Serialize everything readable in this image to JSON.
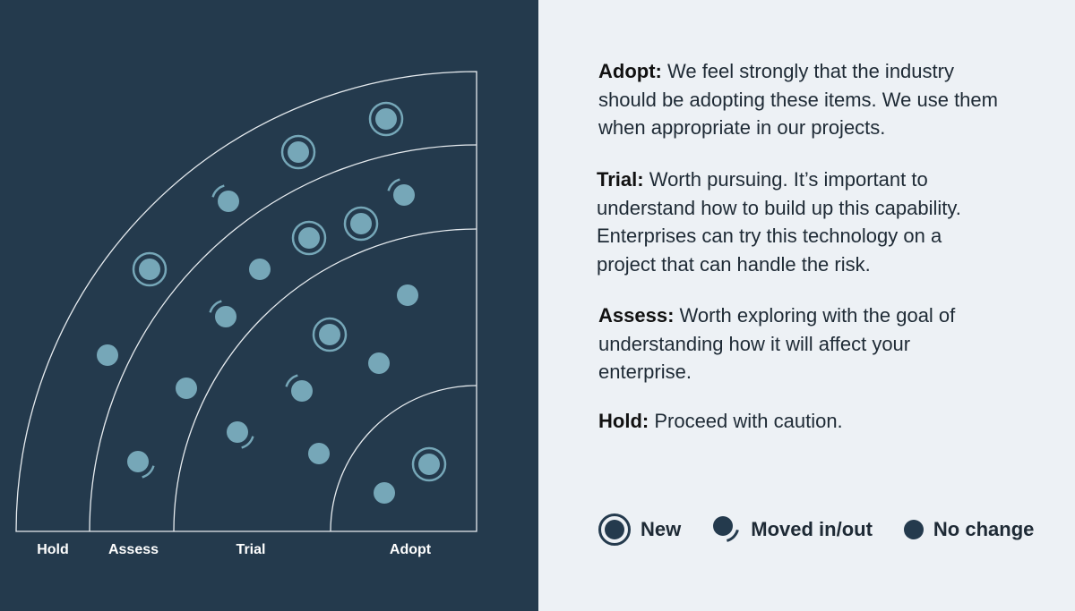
{
  "rings": {
    "hold": "Hold",
    "assess": "Assess",
    "trial": "Trial",
    "adopt": "Adopt"
  },
  "definitions": {
    "adopt": {
      "term": "Adopt:",
      "text": "We feel strongly that the industry should be adopting these items. We use them when appropriate in our projects."
    },
    "trial": {
      "term": "Trial:",
      "text": "Worth pursuing. It’s important to understand how to build up this capability. Enterprises can try this technology on a project that can handle the risk."
    },
    "assess": {
      "term": "Assess:",
      "text": "Worth exploring with the goal of understanding how it will affect your enterprise."
    },
    "hold": {
      "term": "Hold:",
      "text": "Proceed with caution."
    }
  },
  "legend": {
    "new": "New",
    "moved": "Moved in/out",
    "no_change": "No change"
  },
  "colors": {
    "left_bg": "#243a4d",
    "right_bg": "#edf1f5",
    "blip": "#76a7b8",
    "ring_line": "#e6ebef",
    "legend_icon": "#243a4d"
  },
  "icons": {
    "new": "ring-dot-icon",
    "moved": "arc-dot-icon",
    "no_change": "dot-icon"
  }
}
